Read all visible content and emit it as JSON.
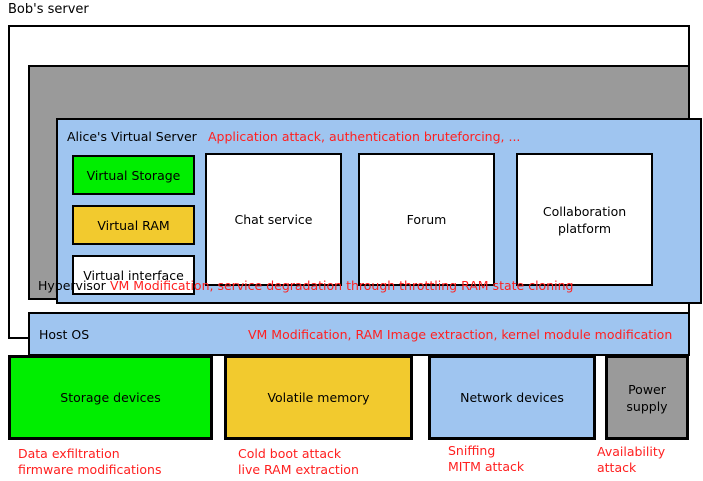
{
  "diagram": {
    "top_caption": "Bob's server",
    "virtual_machine": {
      "label": "Alice's Virtual Server",
      "attack": "Application attack, authentication bruteforcing, ...",
      "resources": [
        {
          "label": "Virtual Storage",
          "color": "#00ee00"
        },
        {
          "label": "Virtual RAM",
          "color": "#f2ca2e"
        },
        {
          "label": "Virtual interface",
          "color": "#ffffff"
        }
      ],
      "services": [
        {
          "label": "Chat service"
        },
        {
          "label": "Forum"
        },
        {
          "label": "Collaboration platform"
        }
      ]
    },
    "hypervisor": {
      "label": "Hypervisor",
      "attack": "VM Modification, service degradation through throttling RAM state cloning",
      "color": "#9a9a9a"
    },
    "host_os": {
      "label": "Host OS",
      "attack": "VM Modification, RAM Image extraction, kernel module modification",
      "color": "#9fc5f0"
    },
    "hardware": [
      {
        "label": "Storage devices",
        "color": "#00ee00",
        "attack": "Data exfiltration\nfirmware modifications"
      },
      {
        "label": "Volatile memory",
        "color": "#f2ca2e",
        "attack": "Cold boot attack\nlive RAM extraction"
      },
      {
        "label": "Network devices",
        "color": "#9fc5f0",
        "attack": "Sniffing\nMITM attack"
      },
      {
        "label": "Power supply",
        "color": "#9a9a9a",
        "attack": "Availability attack"
      }
    ],
    "colors": {
      "attack_text": "#ff2020",
      "blue": "#9fc5f0",
      "green": "#00ee00",
      "yellow": "#f2ca2e",
      "gray": "#9a9a9a",
      "border": "#000000"
    }
  }
}
